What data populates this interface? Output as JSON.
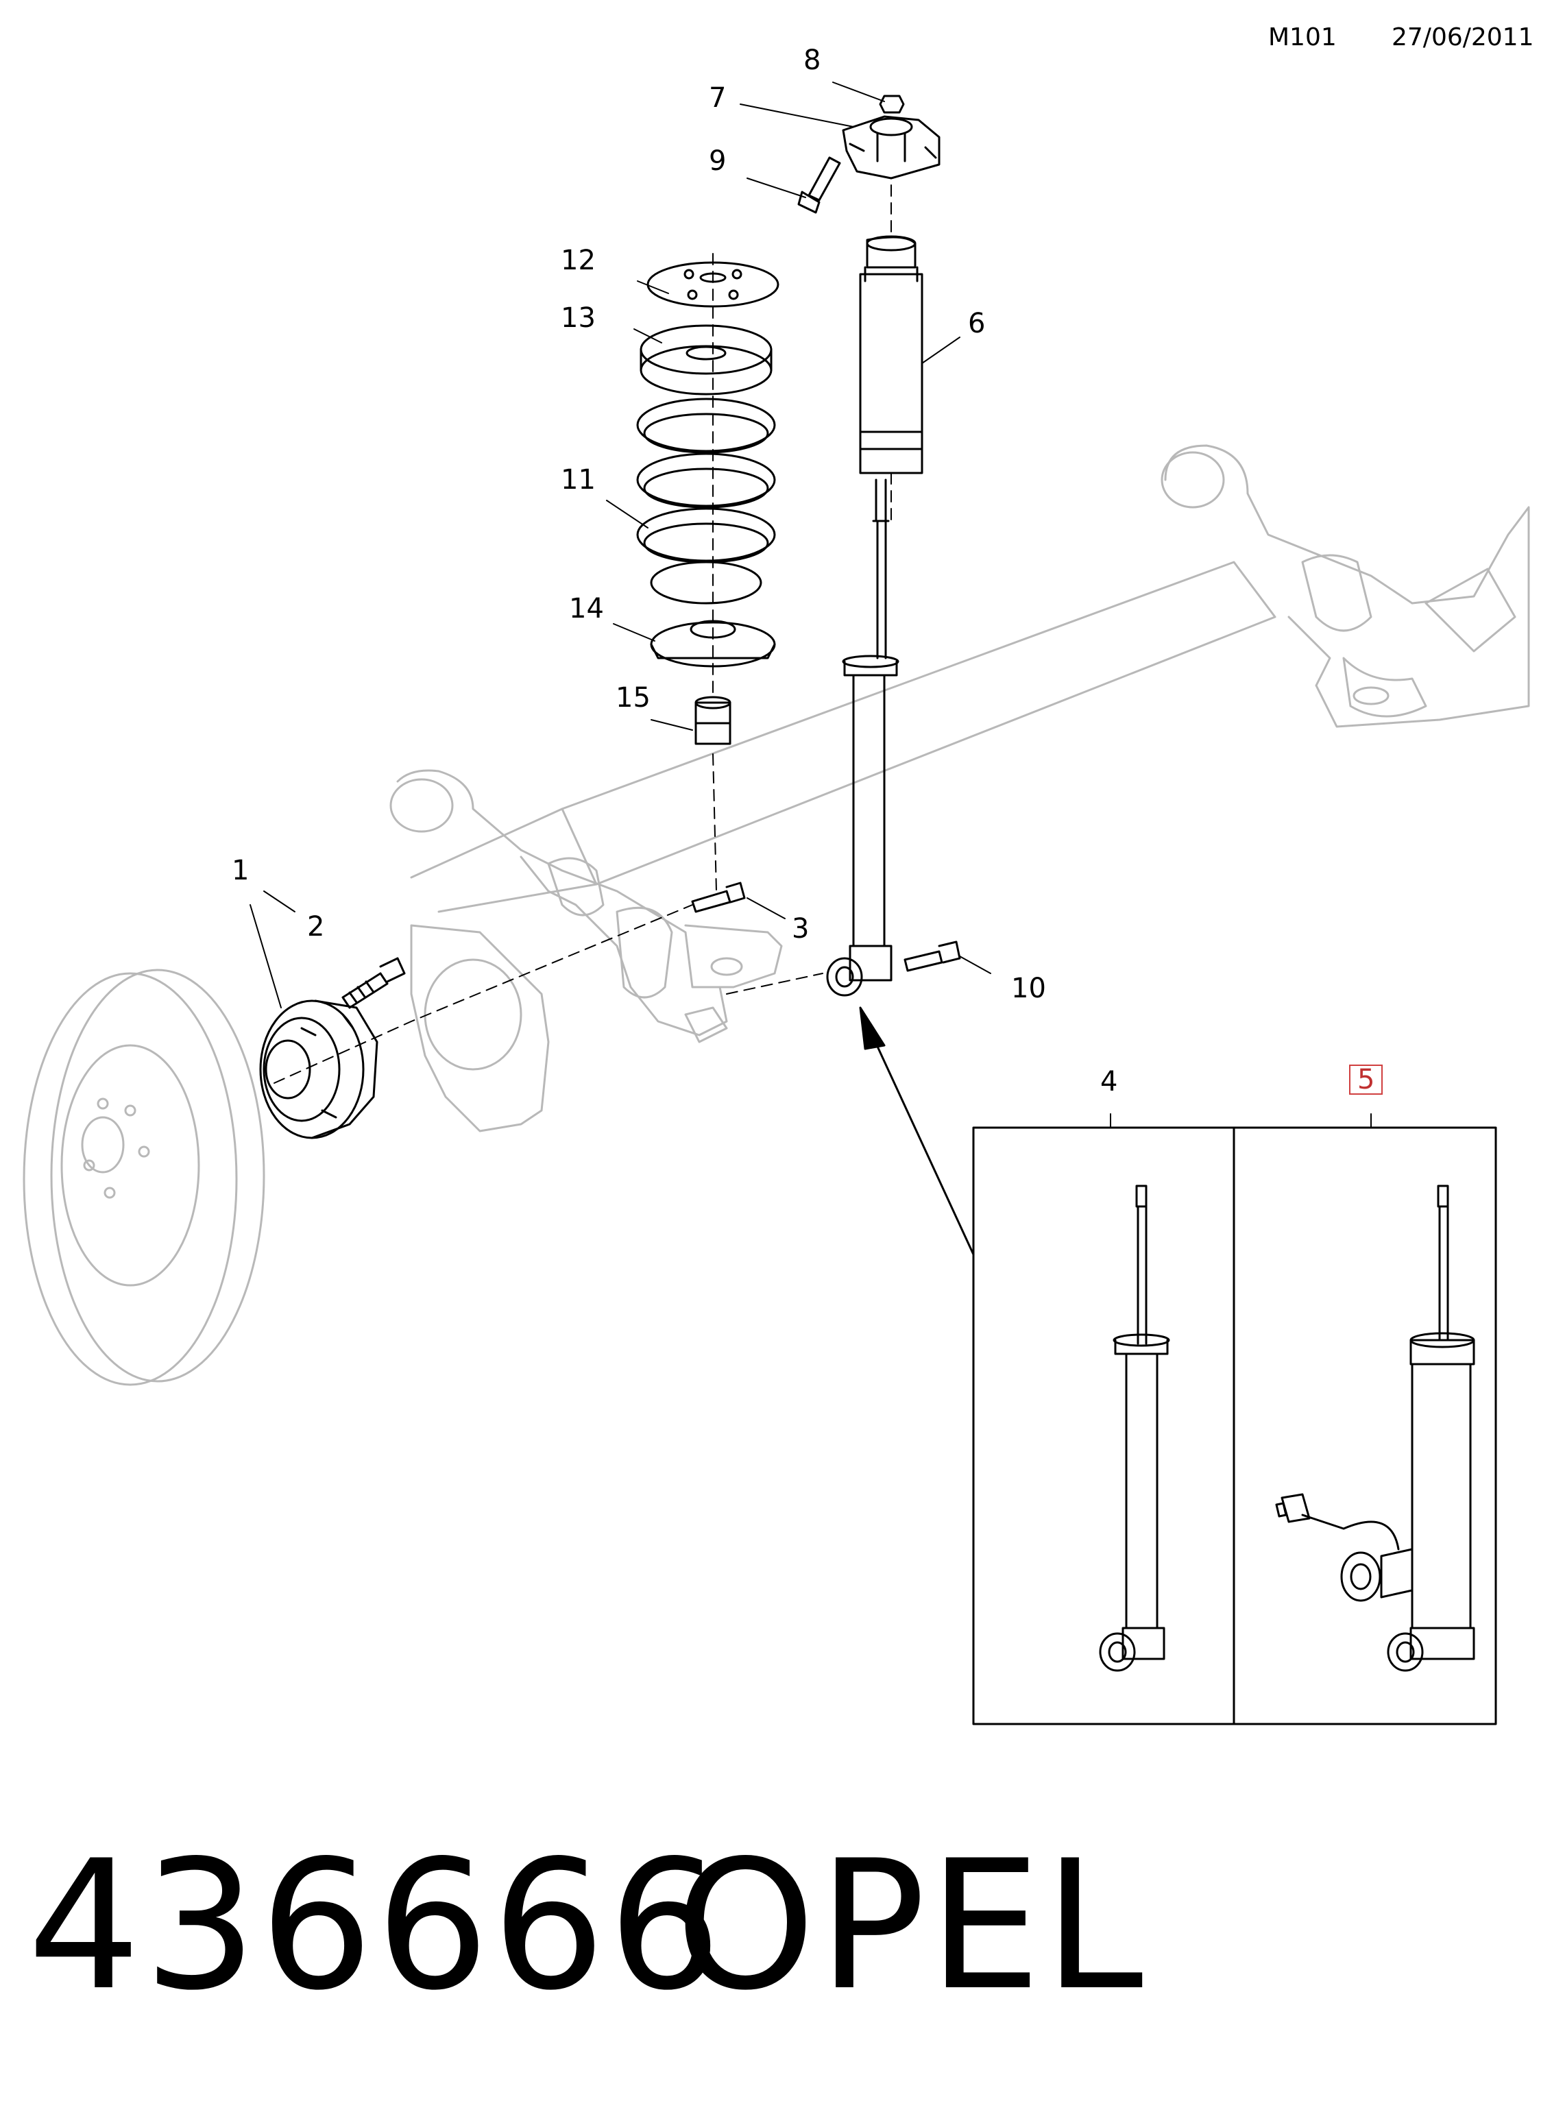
{
  "header": {
    "code": "M101",
    "date": "27/06/2011"
  },
  "callouts": [
    "1",
    "2",
    "3",
    "4",
    "5",
    "6",
    "7",
    "8",
    "9",
    "10",
    "11",
    "12",
    "13",
    "14",
    "15"
  ],
  "highlighted_callout": "5",
  "footer": {
    "part_number": "436666",
    "brand": "OPEL"
  },
  "colors": {
    "line": "#000000",
    "frame": "#b8b8b8",
    "highlight": "#d04040"
  }
}
